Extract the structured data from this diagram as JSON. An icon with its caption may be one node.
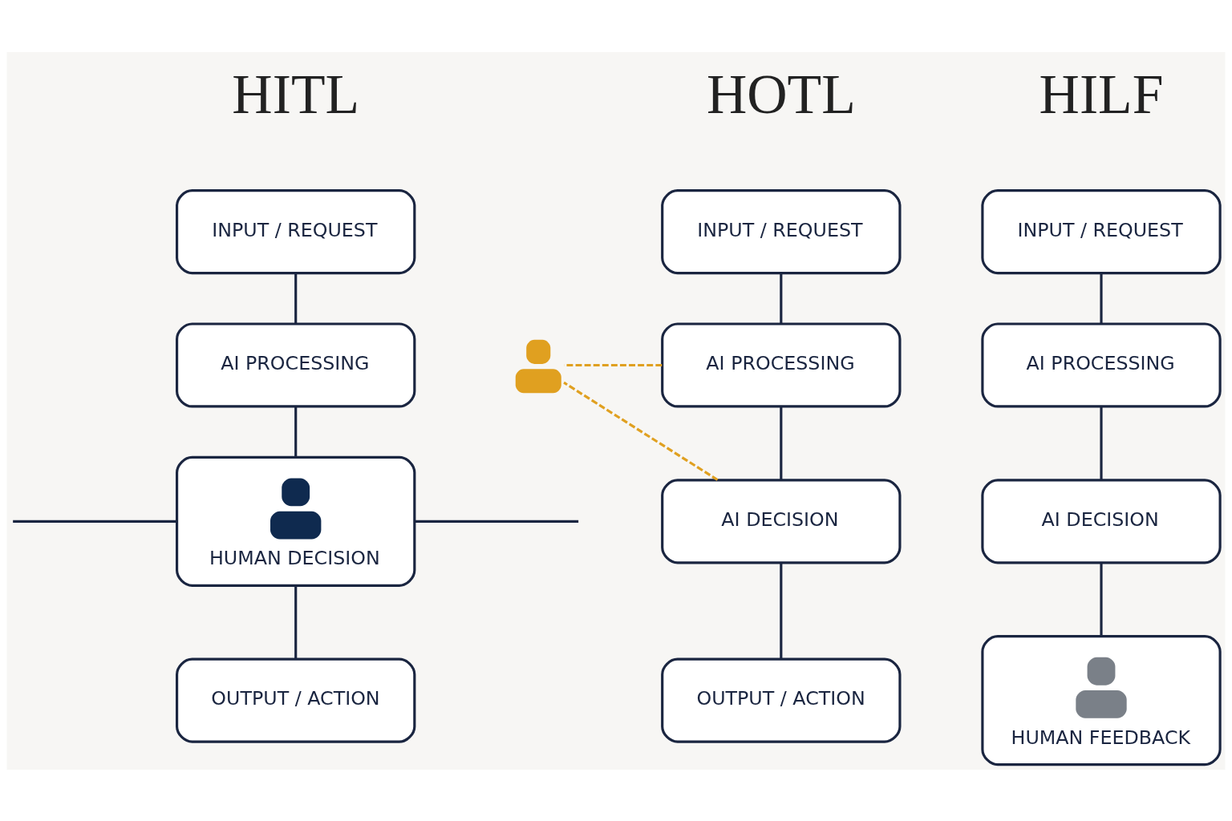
{
  "diagram": {
    "nodes": [
      {
        "text": [
          "INPUT / REQUEST"
        ]
      },
      {
        "text": [
          "AI PROCESSING"
        ]
      },
      {
        "text": [
          "HUMAN DECISION"
        ]
      },
      {
        "text": [
          "OUTPUT / ACTION"
        ]
      },
      {
        "text": [
          "INPUT / REQUEST"
        ]
      },
      {
        "text": [
          "AI PROCESSING"
        ]
      },
      {
        "text": [
          "AI DECISION"
        ]
      },
      {
        "text": [
          "OUTPUT / ACTION"
        ]
      },
      {
        "text": [],
        "shape": "person"
      },
      {
        "text": [
          "INPUT / REQUEST"
        ]
      },
      {
        "text": [
          "AI PROCESSING"
        ]
      },
      {
        "text": [
          "AI DECISION"
        ]
      },
      {
        "text": [
          "HUMAN FEEDBACK"
        ]
      }
    ],
    "edges": [
      {
        "from": 0,
        "to": 1,
        "arrow": "none"
      },
      {
        "from": 1,
        "to": 2,
        "arrow": "none"
      },
      {
        "from": 2,
        "to": 3,
        "arrow": "none"
      },
      {
        "from": null,
        "to": 2,
        "arrow": "none"
      },
      {
        "from": 2,
        "to": null,
        "arrow": "none"
      },
      {
        "from": 4,
        "to": 5,
        "arrow": "none"
      },
      {
        "from": 5,
        "to": 6,
        "arrow": "none"
      },
      {
        "from": 6,
        "to": 7,
        "arrow": "none"
      },
      {
        "from": 5,
        "to": 8,
        "arrow": "none",
        "style": "dashed",
        "color": "#e0a020"
      },
      {
        "from": 6,
        "to": 8,
        "arrow": "none",
        "style": "dashed",
        "color": "#e0a020"
      },
      {
        "from": 9,
        "to": 10,
        "arrow": "none"
      },
      {
        "from": 10,
        "to": 11,
        "arrow": "none"
      },
      {
        "from": 11,
        "to": 12,
        "arrow": "none"
      }
    ],
    "labels": [
      "HITL",
      "HOTL",
      "HILF"
    ]
  }
}
